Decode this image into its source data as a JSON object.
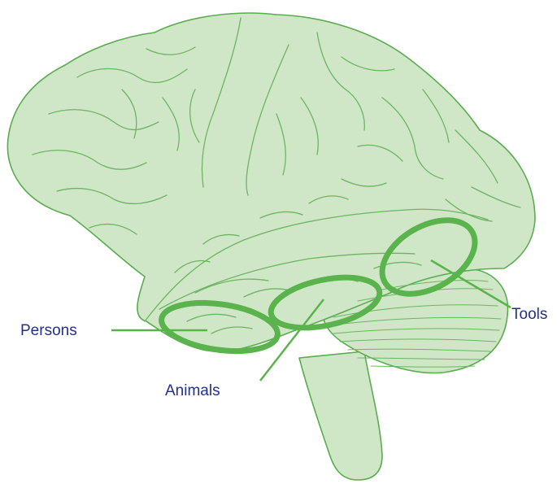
{
  "labels": {
    "persons": "Persons",
    "animals": "Animals",
    "tools": "Tools"
  },
  "colors": {
    "brain_fill": "#cfe7c6",
    "brain_outline": "#5aac50",
    "sulcus_line": "#6cb562",
    "region_ring": "#5ab34d",
    "label_text": "#23308a"
  }
}
